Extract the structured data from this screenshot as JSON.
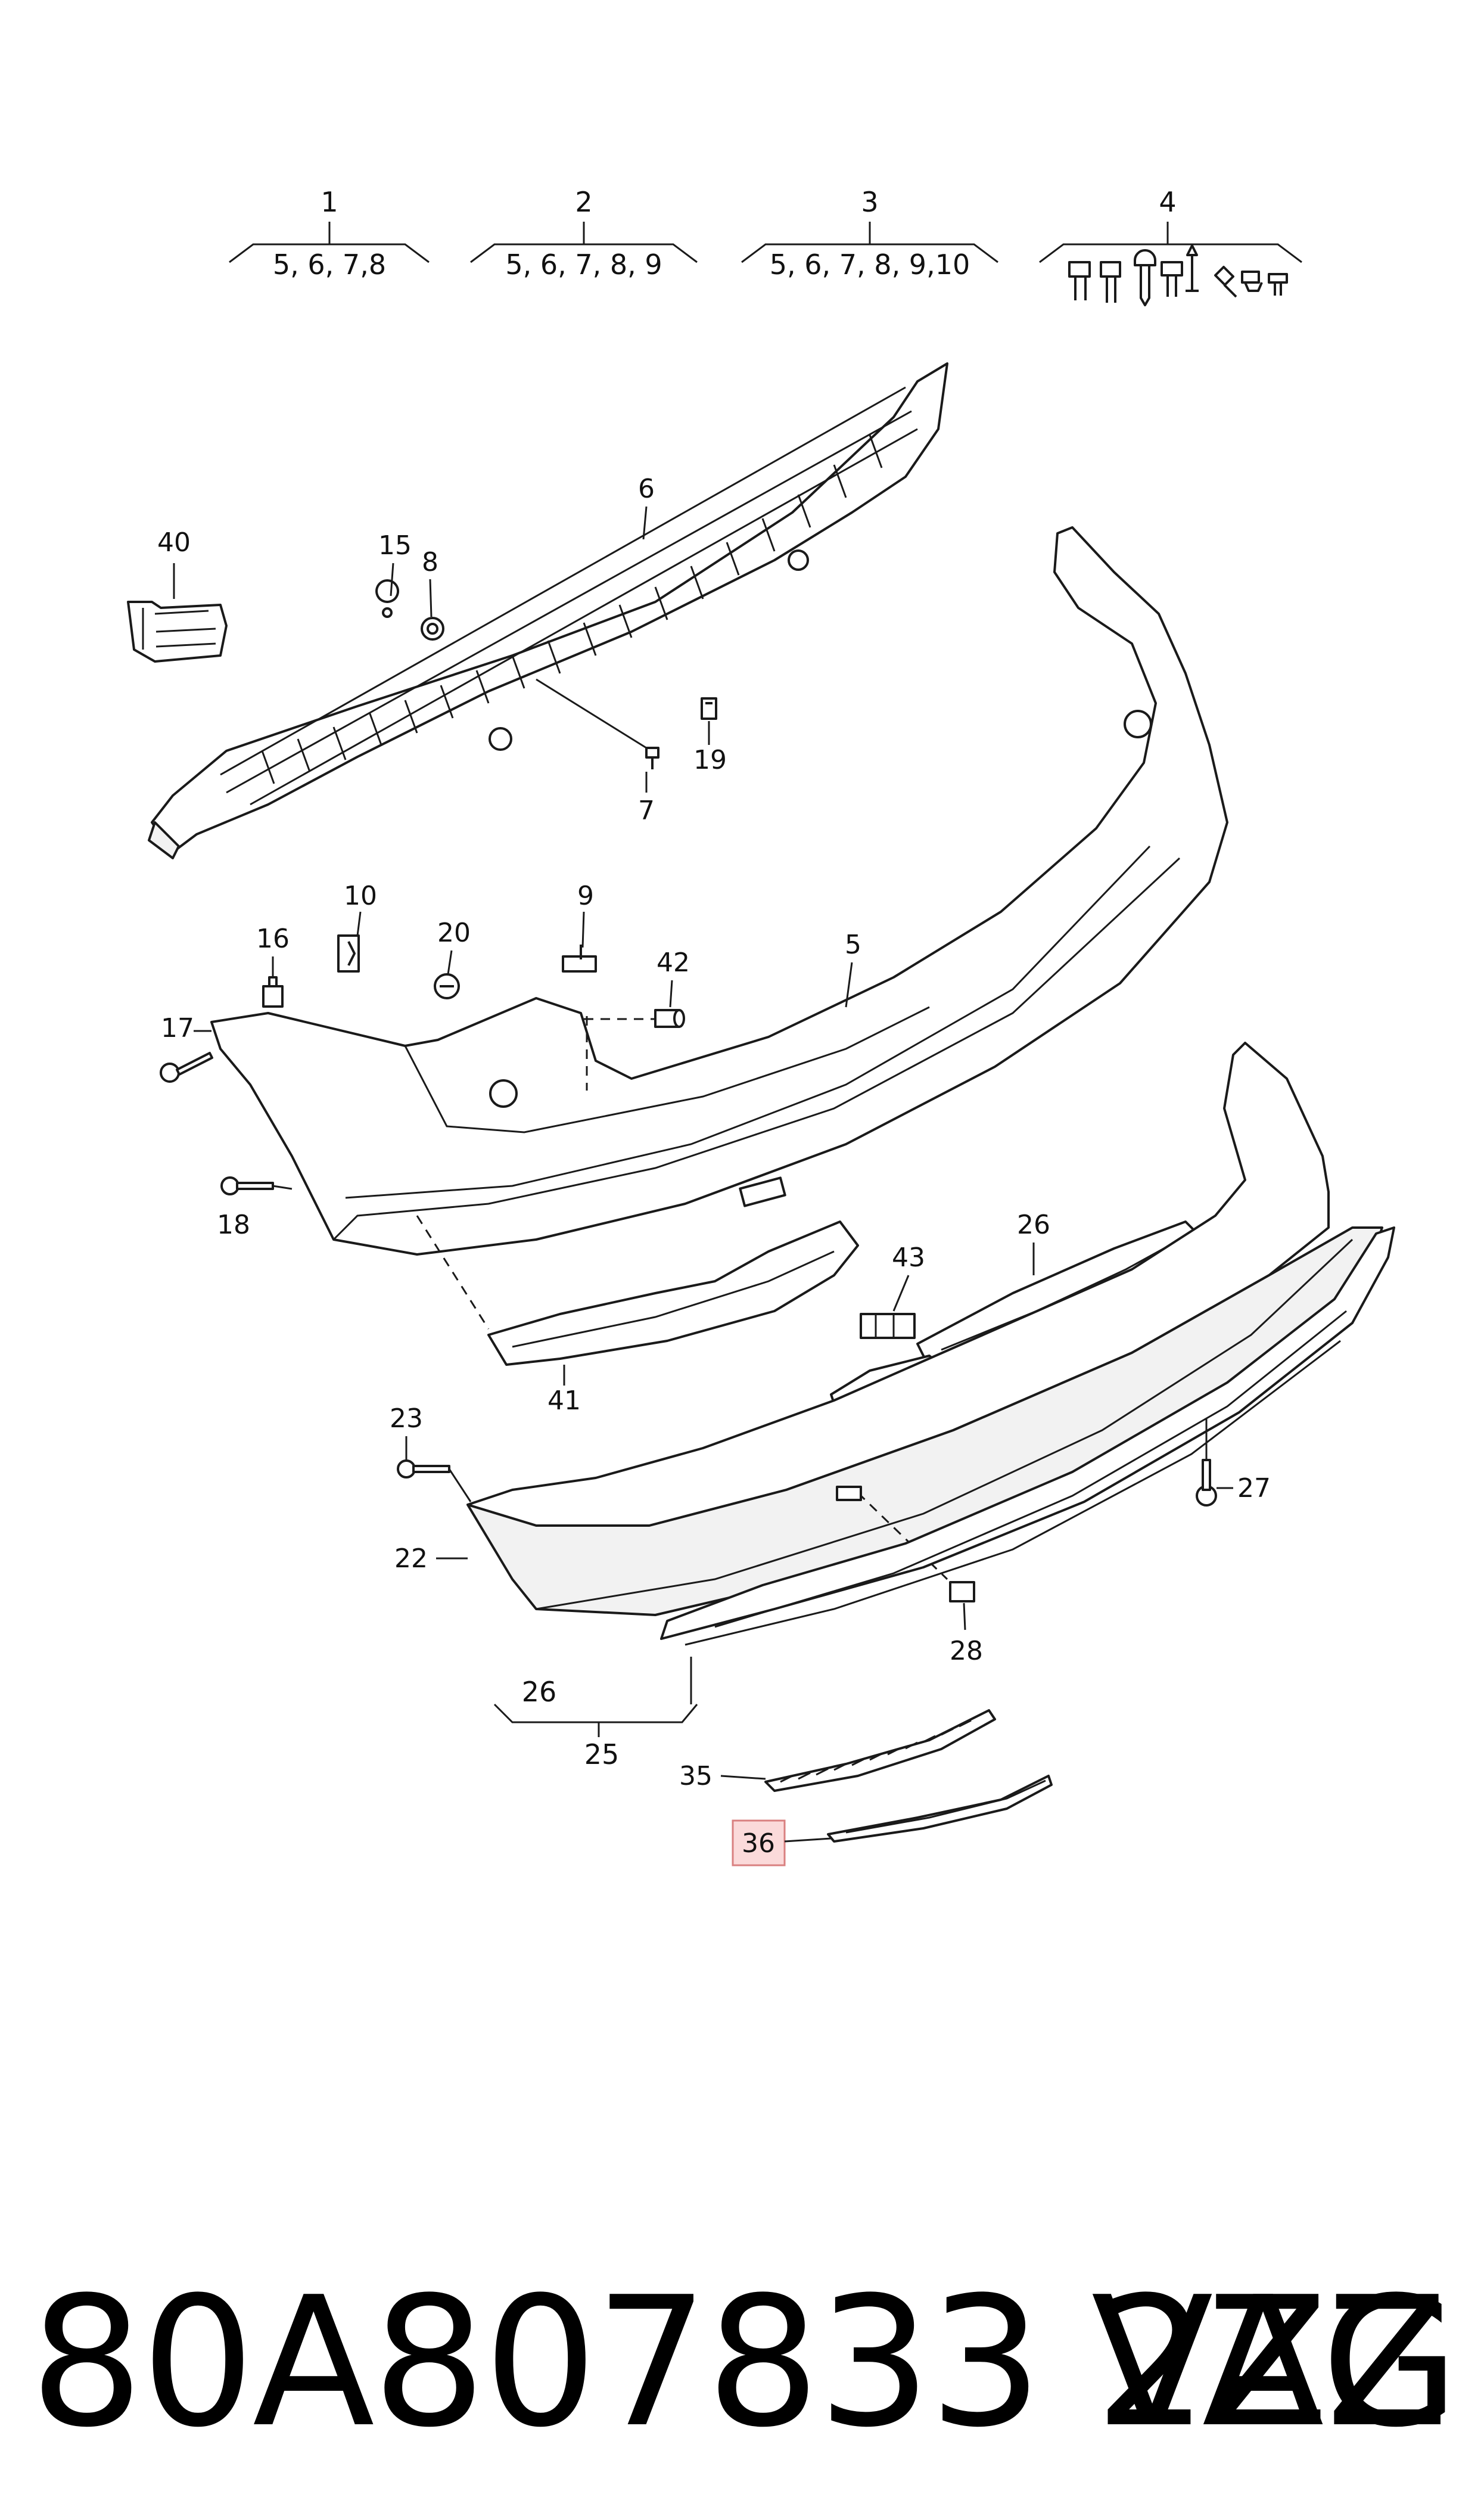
{
  "groups": [
    {
      "number": "1",
      "contents": "5, 6, 7,8"
    },
    {
      "number": "2",
      "contents": "5, 6, 7, 8, 9"
    },
    {
      "number": "3",
      "contents": "5, 6, 7, 8, 9,10"
    },
    {
      "number": "4",
      "contents": ""
    },
    {
      "number": "25",
      "contents": "26"
    }
  ],
  "callouts": {
    "c40": "40",
    "c15": "15",
    "c8": "8",
    "c6": "6",
    "c19": "19",
    "c7": "7",
    "c10": "10",
    "c20": "20",
    "c9": "9",
    "c16": "16",
    "c42": "42",
    "c5": "5",
    "c17": "17",
    "c18": "18",
    "c26": "26",
    "c43": "43",
    "c41": "41",
    "c23": "23",
    "c27": "27",
    "c22": "22",
    "c28": "28",
    "c35": "35",
    "c36": "36"
  },
  "highlighted_callout": "36",
  "colors": {
    "highlight_fill": "#fbdada",
    "highlight_border": "#d98080",
    "line": "#1a1a1a"
  },
  "footer": {
    "part_number": "80A807833 2ZZ",
    "brand": "VAG"
  }
}
